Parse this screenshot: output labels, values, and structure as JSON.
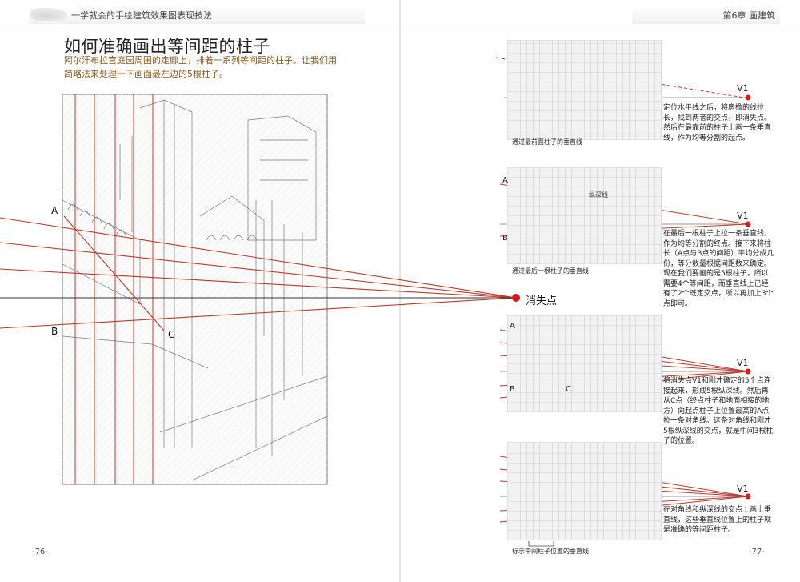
{
  "header": {
    "book_title": "一学就会的手绘建筑效果图表现技法",
    "chapter": "第6章 画建筑"
  },
  "section": {
    "heading": "如何准确画出等间距的柱子",
    "intro": "阿尔汗布拉宫庭园周围的走廊上，排着一系列等间距的柱子。让我们用简略法来处理一下画面最左边的5根柱子。"
  },
  "main_drawing": {
    "label_a": "A",
    "label_b": "B",
    "label_c": "C",
    "vanishing_point_label": "消失点"
  },
  "steps": [
    {
      "v1_label": "V1",
      "caption": "通过最前面柱子的垂直线",
      "description": "定位水平线之后，将房檐的线拉长，找到两者的交点，即消失点。然后在最靠前的柱子上画一条垂直线，作为均等分割的起点。"
    },
    {
      "v1_label": "V1",
      "caption": "通过最后一根柱子的垂直线",
      "label_a": "A",
      "label_b": "B",
      "depth_line_label": "纵深线",
      "description": "在最后一根柱子上拉一条垂直线，作为均等分割的终点。接下来将柱长（A点与B点的间距）平均分成几份，等分数量根据间距数来确定。现在我们要画的是5根柱子，所以需要4个等间距，而垂直线上已经有了2个既定交点，所以再加上3个点即可。"
    },
    {
      "v1_label": "V1",
      "label_a": "A",
      "label_b": "B",
      "label_c": "C",
      "description": "将消失点V1和刚才确定的5个点连接起来，形成5根纵深线。然后再从C点（终点柱子和地面相接的地方）向起点柱子上位置最高的A点拉一条对角线。这条对角线和刚才5根纵深线的交点，就是中间3根柱子的位置。"
    },
    {
      "v1_label": "V1",
      "caption": "标示中间柱子位置的垂直线",
      "description": "在对角线和纵深线的交点上画上垂直线，这些垂直线位置上的柱子就是准确的等间距柱子。"
    }
  ],
  "page_numbers": {
    "left": "-76-",
    "right": "-77-"
  },
  "colors": {
    "construction_red": "#c0392b",
    "vanishing_point": "#d81b1b",
    "intro_text": "#8a5a1e"
  }
}
